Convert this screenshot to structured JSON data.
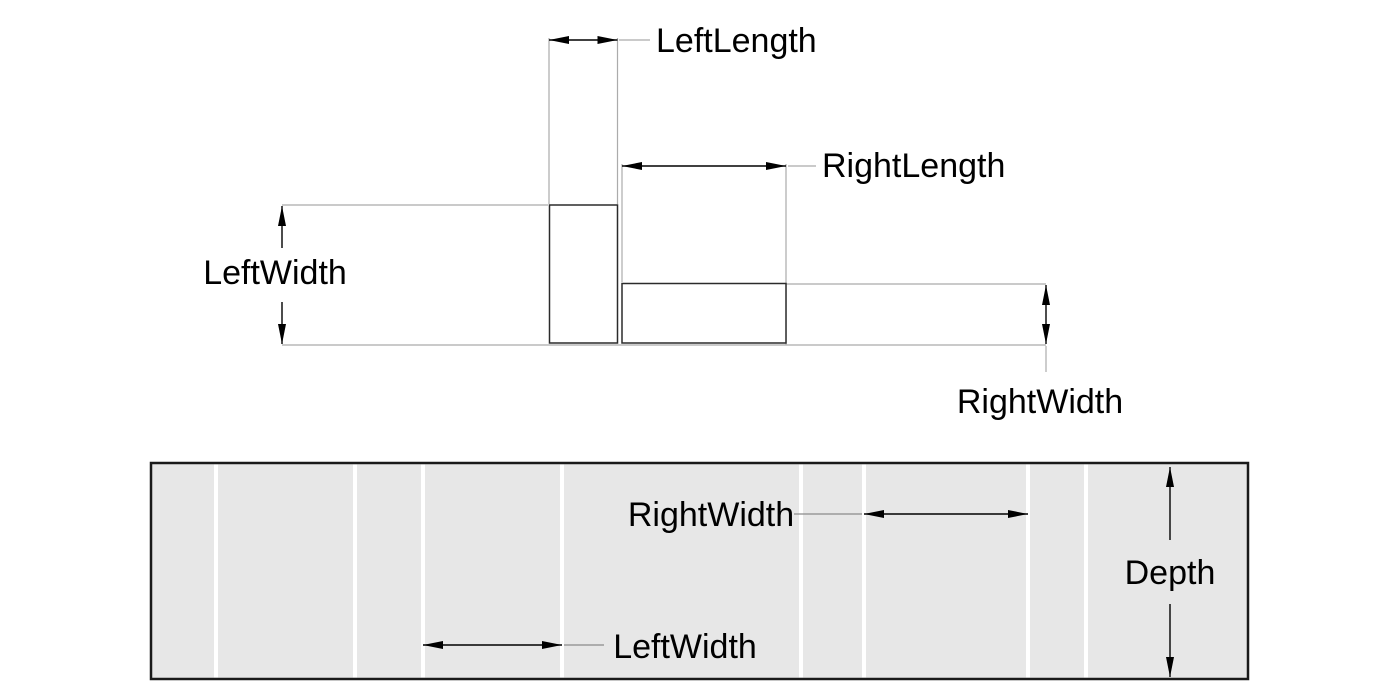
{
  "diagram_title": "",
  "profile_view": {
    "left_length_label": "LeftLength",
    "right_length_label": "RightLength",
    "left_width_label": "LeftWidth",
    "right_width_label": "RightWidth"
  },
  "development_view": {
    "right_width_label": "RightWidth",
    "left_width_label": "LeftWidth",
    "depth_label": "Depth"
  },
  "colors": {
    "panel_fill": "#e7e7e7",
    "fold_divider": "#ffffff",
    "dimension_line": "#000000",
    "extension_line": "#ababab",
    "shape_outline": "#2b2b2b",
    "label_text": "#000000",
    "background": "#ffffff"
  }
}
